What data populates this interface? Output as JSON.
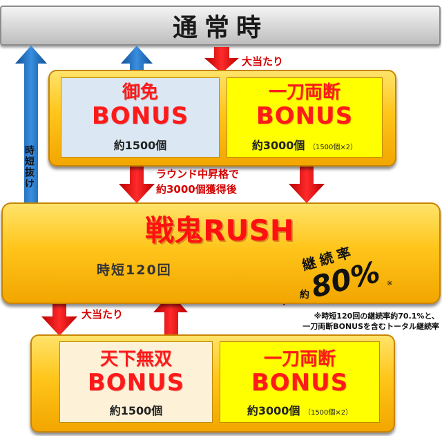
{
  "normal": {
    "title": "通常時"
  },
  "labels": {
    "jackpot_top": "大当たり",
    "jackpot_bottom": "大当たり",
    "round_promotion": "ラウンド中昇格で",
    "after_acquire": "約3000個獲得後",
    "jitan_exit": "時短抜け"
  },
  "top_panel": {
    "left_box": {
      "name": "御免",
      "bonus": "BONUS",
      "count": "約1500個"
    },
    "right_box": {
      "name": "一刀両断",
      "bonus": "BONUS",
      "count": "約3000個",
      "note": "（1500個×2）"
    }
  },
  "rush": {
    "title": "戦鬼RUSH",
    "jitan": "時短120回",
    "rate_label": "継続率",
    "rate_prefix": "約",
    "rate_value": "80%",
    "rate_mark": "※",
    "note_line1": "※時短120回の継続率約70.1%と、",
    "note_line2": "一刀両断BONUSを含むトータル継続率"
  },
  "bottom_panel": {
    "left_box": {
      "name": "天下無双",
      "bonus": "BONUS",
      "count": "約1500個"
    },
    "right_box": {
      "name": "一刀両断",
      "bonus": "BONUS",
      "count": "約3000個",
      "note": "（1500個×2）"
    }
  },
  "colors": {
    "arrow_red": "#e60000",
    "arrow_blue": "#1a6fc4",
    "gold": "#ffc51a",
    "bonus_text": "#ff1a1a"
  }
}
